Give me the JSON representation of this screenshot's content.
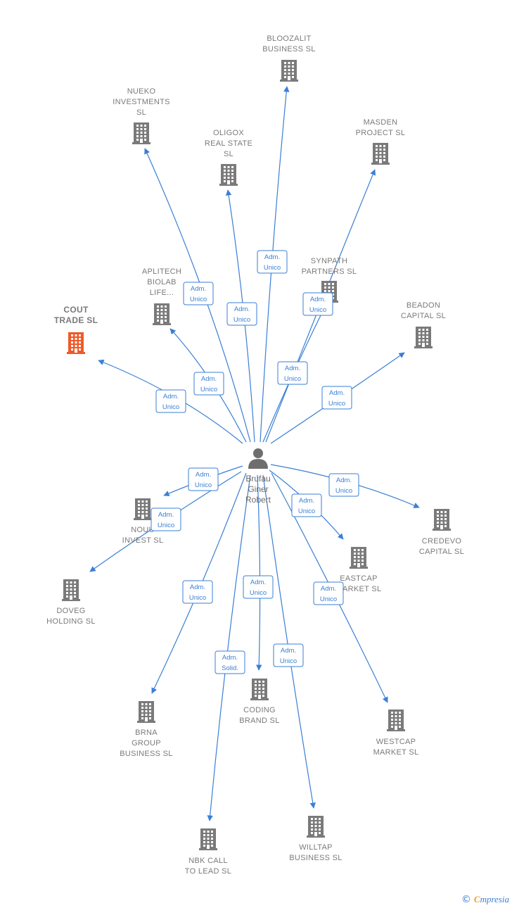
{
  "person": {
    "name_lines": [
      "Brufau",
      "Giner",
      "Robert"
    ],
    "icon": "person-icon"
  },
  "companies": [
    {
      "id": "bloozalit",
      "lines": [
        "BLOOZALIT",
        "BUSINESS  SL"
      ],
      "highlight": false
    },
    {
      "id": "nueko",
      "lines": [
        "NUEKO",
        "INVESTMENTS",
        "SL"
      ],
      "highlight": false
    },
    {
      "id": "oligox",
      "lines": [
        "OLIGOX",
        "REAL STATE",
        "SL"
      ],
      "highlight": false
    },
    {
      "id": "masden",
      "lines": [
        "MASDEN",
        "PROJECT  SL"
      ],
      "highlight": false
    },
    {
      "id": "synpath",
      "lines": [
        "SYNPATH",
        "PARTNERS  SL"
      ],
      "highlight": false
    },
    {
      "id": "aplitech",
      "lines": [
        "APLITECH",
        "BIOLAB",
        "LIFE..."
      ],
      "highlight": false
    },
    {
      "id": "cout",
      "lines": [
        "COUT",
        "TRADE  SL"
      ],
      "highlight": true
    },
    {
      "id": "beadon",
      "lines": [
        "BEADON",
        "CAPITAL  SL"
      ],
      "highlight": false
    },
    {
      "id": "nouu",
      "lines": [
        "NOUU",
        "INVEST  SL"
      ],
      "highlight": false
    },
    {
      "id": "credevo",
      "lines": [
        "CREDEVO",
        "CAPITAL  SL"
      ],
      "highlight": false
    },
    {
      "id": "eastcap",
      "lines": [
        "EASTCAP",
        "MARKET  SL"
      ],
      "highlight": false
    },
    {
      "id": "doveg",
      "lines": [
        "DOVEG",
        "HOLDING  SL"
      ],
      "highlight": false
    },
    {
      "id": "brna",
      "lines": [
        "BRNA",
        "GROUP",
        "BUSINESS  SL"
      ],
      "highlight": false
    },
    {
      "id": "coding",
      "lines": [
        "CODING",
        "BRAND  SL"
      ],
      "highlight": false
    },
    {
      "id": "westcap",
      "lines": [
        "WESTCAP",
        "MARKET  SL"
      ],
      "highlight": false
    },
    {
      "id": "nbk",
      "lines": [
        "NBK CALL",
        "TO LEAD  SL"
      ],
      "highlight": false
    },
    {
      "id": "willtap",
      "lines": [
        "WILLTAP",
        "BUSINESS  SL"
      ],
      "highlight": false
    }
  ],
  "relations": [
    {
      "target": "bloozalit",
      "lines": [
        "Adm.",
        "Unico"
      ]
    },
    {
      "target": "nueko",
      "lines": [
        "Adm.",
        "Unico"
      ]
    },
    {
      "target": "oligox",
      "lines": [
        "Adm.",
        "Unico"
      ]
    },
    {
      "target": "masden",
      "lines": [
        "Adm.",
        "Unico"
      ]
    },
    {
      "target": "synpath",
      "lines": [
        "Adm.",
        "Unico"
      ]
    },
    {
      "target": "aplitech",
      "lines": [
        "Adm.",
        "Unico"
      ]
    },
    {
      "target": "cout",
      "lines": [
        "Adm.",
        "Unico"
      ]
    },
    {
      "target": "beadon",
      "lines": [
        "Adm.",
        "Unico"
      ]
    },
    {
      "target": "nouu",
      "lines": [
        "Adm.",
        "Unico"
      ]
    },
    {
      "target": "credevo",
      "lines": [
        "Adm.",
        "Unico"
      ]
    },
    {
      "target": "eastcap",
      "lines": [
        "Adm.",
        "Unico"
      ]
    },
    {
      "target": "doveg",
      "lines": [
        "Adm.",
        "Unico"
      ]
    },
    {
      "target": "brna",
      "lines": [
        "Adm.",
        "Unico"
      ]
    },
    {
      "target": "coding",
      "lines": [
        "Adm.",
        "Unico"
      ]
    },
    {
      "target": "westcap",
      "lines": [
        "Adm.",
        "Unico"
      ]
    },
    {
      "target": "nbk",
      "lines": [
        "Adm.",
        "Solid."
      ]
    },
    {
      "target": "willtap",
      "lines": [
        "Adm.",
        "Unico"
      ]
    }
  ],
  "colors": {
    "edge": "#3a7fd5",
    "building": "#7a7a7a",
    "highlight": "#f05a28",
    "label": "#7a7a7a"
  },
  "footer": {
    "copyright": "©",
    "brand_first": "C",
    "brand_rest": "mpresia"
  }
}
